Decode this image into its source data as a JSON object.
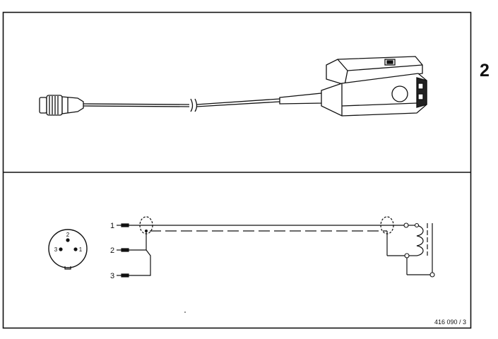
{
  "page_number": "2",
  "connector": {
    "pin_top": "2",
    "pin_left": "3",
    "pin_right": "1"
  },
  "wire_labels": [
    "1",
    "2",
    "3"
  ],
  "figure_code": "416 090 / 3"
}
